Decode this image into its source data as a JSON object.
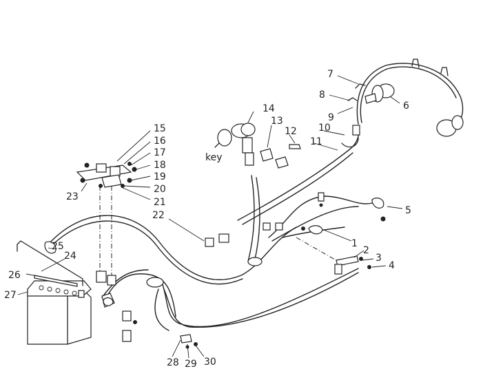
{
  "diagram": {
    "callouts": [
      {
        "id": "1",
        "text": "1"
      },
      {
        "id": "2",
        "text": "2"
      },
      {
        "id": "3",
        "text": "3"
      },
      {
        "id": "4",
        "text": "4"
      },
      {
        "id": "5",
        "text": "5"
      },
      {
        "id": "6",
        "text": "6"
      },
      {
        "id": "7",
        "text": "7"
      },
      {
        "id": "8",
        "text": "8"
      },
      {
        "id": "9",
        "text": "9"
      },
      {
        "id": "10",
        "text": "10"
      },
      {
        "id": "11",
        "text": "11"
      },
      {
        "id": "12",
        "text": "12"
      },
      {
        "id": "13",
        "text": "13"
      },
      {
        "id": "14",
        "text": "14"
      },
      {
        "id": "15",
        "text": "15"
      },
      {
        "id": "16",
        "text": "16"
      },
      {
        "id": "17",
        "text": "17"
      },
      {
        "id": "18",
        "text": "18"
      },
      {
        "id": "19",
        "text": "19"
      },
      {
        "id": "20",
        "text": "20"
      },
      {
        "id": "21",
        "text": "21"
      },
      {
        "id": "22",
        "text": "22"
      },
      {
        "id": "23",
        "text": "23"
      },
      {
        "id": "24",
        "text": "24"
      },
      {
        "id": "25",
        "text": "25"
      },
      {
        "id": "26",
        "text": "26"
      },
      {
        "id": "27",
        "text": "27"
      },
      {
        "id": "28",
        "text": "28"
      },
      {
        "id": "29",
        "text": "29"
      },
      {
        "id": "30",
        "text": "30"
      }
    ],
    "key_label": "key"
  }
}
